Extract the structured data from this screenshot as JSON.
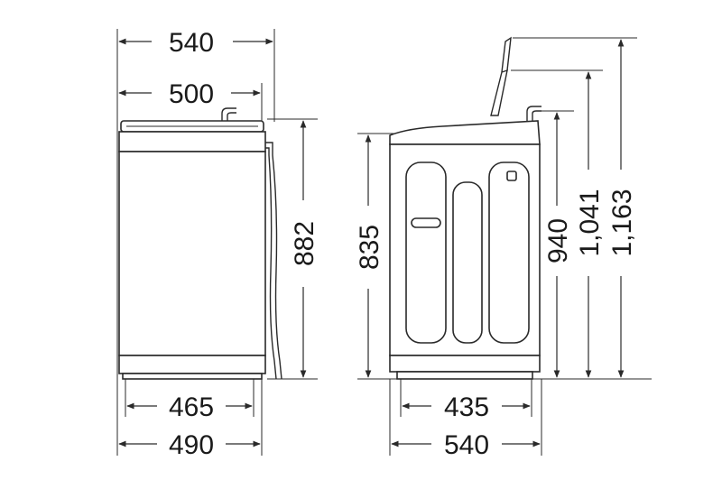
{
  "front_view": {
    "top_width": "540",
    "lid_width": "500",
    "height": "882",
    "base_inner_width": "465",
    "base_outer_width": "490"
  },
  "side_view": {
    "body_height": "835",
    "height_940": "940",
    "height_1041": "1,041",
    "height_1163": "1,163",
    "base_inner_width": "435",
    "base_outer_width": "540"
  }
}
